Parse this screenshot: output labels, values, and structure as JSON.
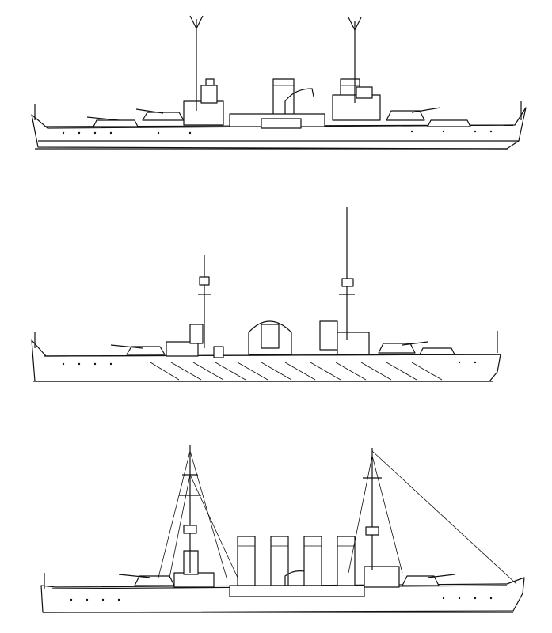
{
  "figure": {
    "caption": "",
    "ships": [
      {
        "id": "ship-1",
        "label": ""
      },
      {
        "id": "ship-2",
        "label": ""
      },
      {
        "id": "ship-3",
        "label": ""
      }
    ]
  },
  "colors": {
    "ink": "#111111",
    "paper": "#ffffff"
  }
}
